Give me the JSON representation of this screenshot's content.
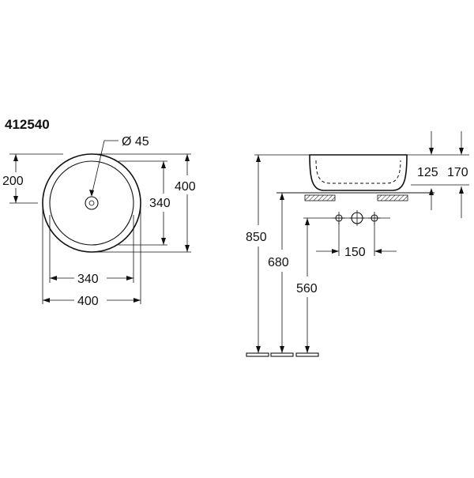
{
  "model_number": "412540",
  "colors": {
    "line": "#111111",
    "background": "#ffffff"
  },
  "top_view": {
    "drain_label": "Ø 45",
    "offset_label": "200",
    "inner_height_label": "340",
    "outer_height_label": "400",
    "inner_width_label": "340",
    "outer_width_label": "400"
  },
  "side_view": {
    "bowl_height_label": "125",
    "total_height_label": "170",
    "floor_to_top_label": "850",
    "floor_to_counter_label": "680",
    "floor_to_tap_label": "560",
    "tap_spacing_label": "150"
  }
}
